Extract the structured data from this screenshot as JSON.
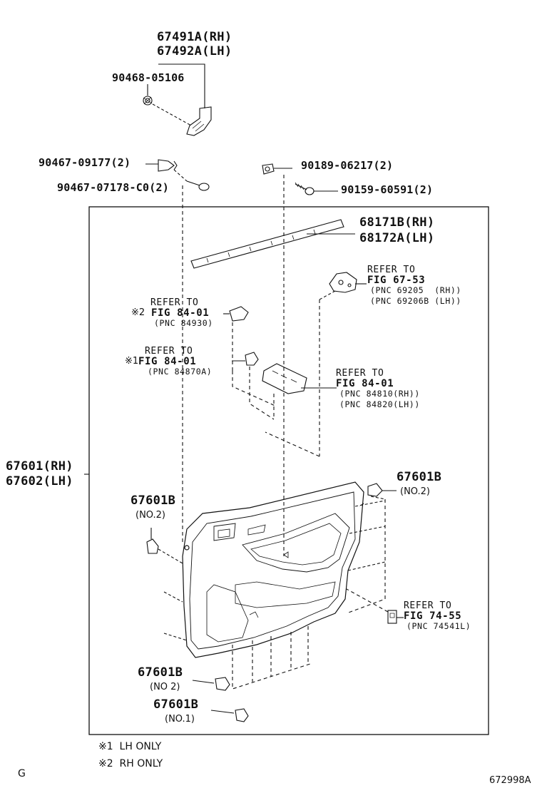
{
  "labels": {
    "trim_top_rh": "67491A(RH)",
    "trim_top_lh": "67492A(LH)",
    "clip_90468": "90468-05106",
    "clip_90467a": "90467-09177(2)",
    "clip_90467b": "90467-07178-C0(2)",
    "clip_90189": "90189-06217(2)",
    "screw_90159": "90159-60591(2)",
    "weather_rh": "68171B(RH)",
    "weather_lh": "68172A(LH)",
    "panel_rh": "67601(RH)",
    "panel_lh": "67602(LH)",
    "clip_a": "67601B",
    "clip_a_no": "(NO.2)",
    "clip_b": "67601B",
    "clip_b_no": "(NO.2)",
    "clip_c": "67601B",
    "clip_c_no": "(NO 2)",
    "clip_d": "67601B",
    "clip_d_no": "(NO.1)"
  },
  "refs": {
    "fig6753": {
      "line1": "REFER TO",
      "line2": "FIG 67-53",
      "line3": "(PNC 69205  (RH))",
      "line4": "(PNC 69206B (LH))"
    },
    "fig8401_a": {
      "mark": "※2",
      "line1": "REFER TO",
      "line2": "FIG 84-01",
      "line3": "(PNC 84930)"
    },
    "fig8401_b": {
      "mark": "※1",
      "line1": "REFER TO",
      "line2": "FIG 84-01",
      "line3": "(PNC 84870A)"
    },
    "fig8401_c": {
      "line1": "REFER TO",
      "line2": "FIG 84-01",
      "line3": "(PNC 84810(RH))",
      "line4": "(PNC 84820(LH))"
    },
    "fig7455": {
      "line1": "REFER TO",
      "line2": "FIG 74-55",
      "line3": "(PNC 74541L)"
    }
  },
  "notes": {
    "n1": "※1  LH ONLY",
    "n2": "※2  RH ONLY"
  },
  "footer": {
    "left": "G",
    "right": "672998A"
  }
}
